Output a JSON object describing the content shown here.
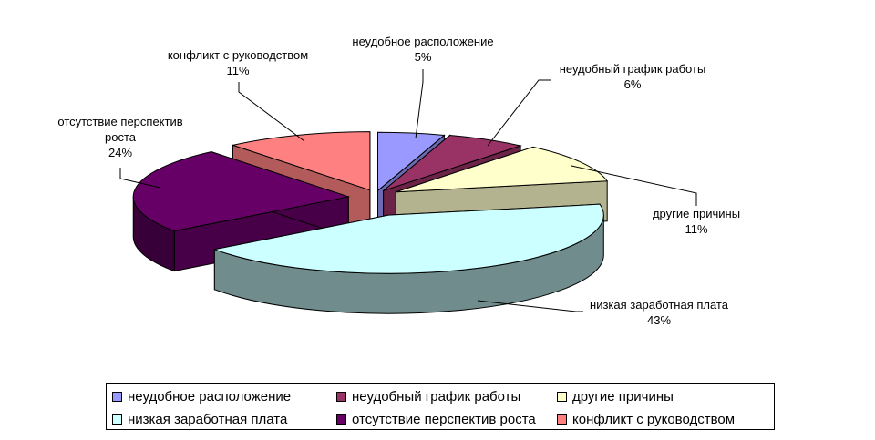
{
  "chart_data": {
    "type": "pie",
    "style": "3d-exploded",
    "legend_position": "bottom",
    "slices": [
      {
        "label": "неудобное расположение",
        "pct_label": "5%",
        "value": 5,
        "color": "#9999ff"
      },
      {
        "label": "неудобный график работы",
        "pct_label": "6%",
        "value": 6,
        "color": "#993366"
      },
      {
        "label": "другие причины",
        "pct_label": "11%",
        "value": 11,
        "color": "#ffffcc"
      },
      {
        "label": "низкая заработная плата",
        "pct_label": "43%",
        "value": 43,
        "color": "#ccffff"
      },
      {
        "label": "отсутствие перспектив роста",
        "pct_label": "24%",
        "value": 24,
        "color": "#660066"
      },
      {
        "label": "конфликт с руководством",
        "pct_label": "11%",
        "value": 11,
        "color": "#ff8080"
      }
    ]
  }
}
